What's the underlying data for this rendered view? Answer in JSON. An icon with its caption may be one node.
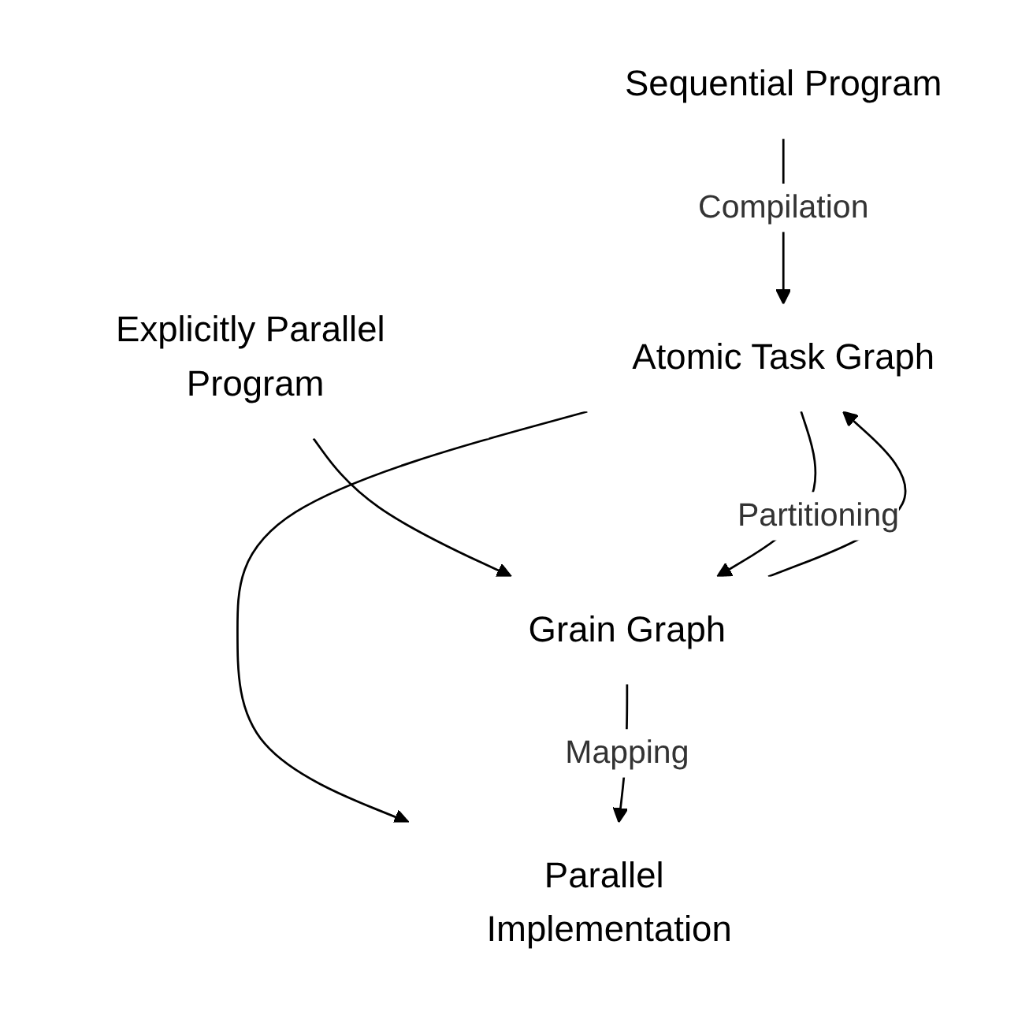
{
  "diagram": {
    "nodes": [
      {
        "text": [
          "Sequential Program"
        ]
      },
      {
        "text": [
          "Explicitly Parallel Program"
        ]
      },
      {
        "text": [
          "Atomic Task Graph"
        ]
      },
      {
        "text": [
          "Grain Graph"
        ]
      },
      {
        "text": [
          "Parallel Implementation"
        ]
      }
    ],
    "edges": [
      {
        "from": 0,
        "to": 2,
        "arrow": "to",
        "label": "Compilation"
      },
      {
        "from": 1,
        "to": 3,
        "arrow": "to"
      },
      {
        "from": 2,
        "to": 3,
        "arrow": "to",
        "label": "Partitioning"
      },
      {
        "from": 3,
        "to": 2,
        "arrow": "to"
      },
      {
        "from": 2,
        "to": 4,
        "arrow": "to"
      },
      {
        "from": 3,
        "to": 4,
        "arrow": "to",
        "label": "Mapping"
      }
    ]
  }
}
